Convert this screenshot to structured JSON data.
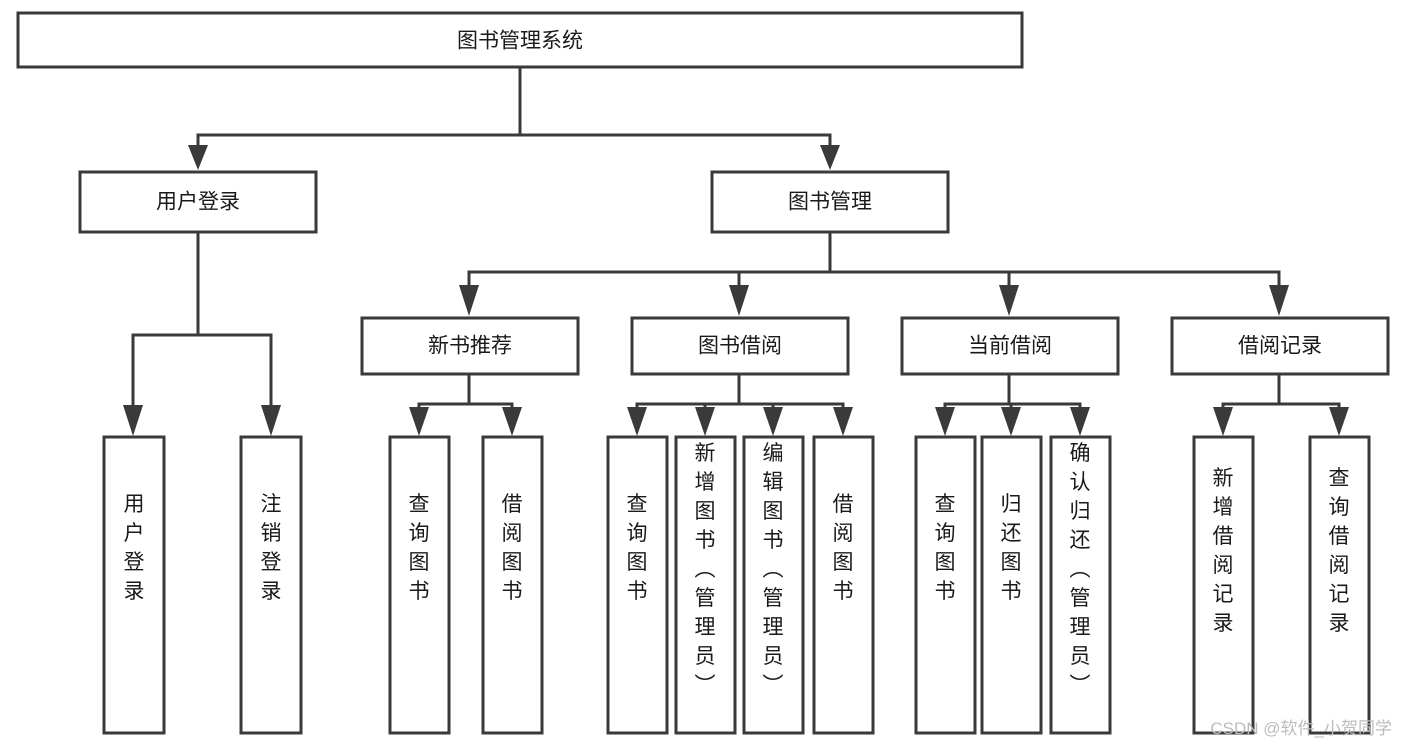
{
  "diagram": {
    "type": "tree-hierarchy-chart",
    "title": "图书管理系统",
    "orientation": "top-down",
    "colors": {
      "box_stroke": "#3a3a3a",
      "box_fill": "#ffffff",
      "connector": "#3a3a3a",
      "text": "#1a1a1a",
      "background": "#ffffff",
      "watermark": "#bcbcbc"
    },
    "root": {
      "label": "图书管理系统"
    },
    "level2": [
      {
        "label": "用户登录"
      },
      {
        "label": "图书管理"
      }
    ],
    "level3": [
      {
        "label": "新书推荐"
      },
      {
        "label": "图书借阅"
      },
      {
        "label": "当前借阅"
      },
      {
        "label": "借阅记录"
      }
    ],
    "leaves": {
      "user_login": [
        {
          "label": "用户登录"
        },
        {
          "label": "注销登录"
        }
      ],
      "new_book_recommend": [
        {
          "label": "查询图书"
        },
        {
          "label": "借阅图书"
        }
      ],
      "book_borrow": [
        {
          "label": "查询图书"
        },
        {
          "label": "新增图书（管理员）"
        },
        {
          "label": "编辑图书（管理员）"
        },
        {
          "label": "借阅图书"
        }
      ],
      "current_borrow": [
        {
          "label": "查询图书"
        },
        {
          "label": "归还图书"
        },
        {
          "label": "确认归还（管理员）"
        }
      ],
      "borrow_record": [
        {
          "label": "新增借阅记录"
        },
        {
          "label": "查询借阅记录"
        }
      ]
    }
  },
  "watermark": {
    "text": "CSDN @软件_小贺同学"
  }
}
